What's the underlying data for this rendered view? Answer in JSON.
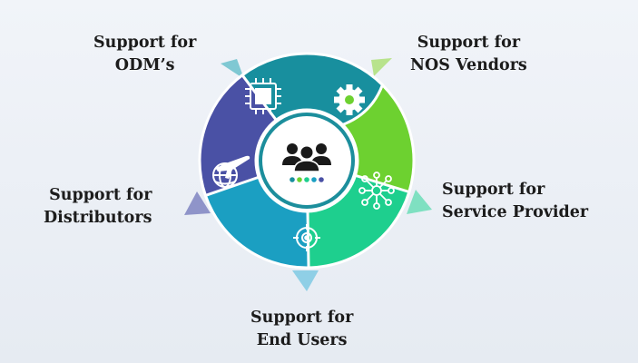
{
  "segments": [
    {
      "line1": "Support for",
      "line2": "ODM’s",
      "color": "#188f9e",
      "icon": "chip-icon"
    },
    {
      "line1": "Support for",
      "line2": "NOS Vendors",
      "color": "#6dd130",
      "icon": "gear-icon"
    },
    {
      "line1": "Support for",
      "line2": "Service Provider",
      "color": "#1ecf8e",
      "icon": "network-icon"
    },
    {
      "line1": "Support for",
      "line2": "End Users",
      "color": "#1b9fc2",
      "icon": "target-icon"
    },
    {
      "line1": "Support for",
      "line2": "Distributors",
      "color": "#4a51a5",
      "icon": "globe-plane-icon"
    }
  ],
  "center": {
    "icon": "team-icon"
  },
  "colors": {
    "center_ring": "#1c8e9c",
    "arrow_odm": "#7fc8d3",
    "arrow_nos": "#b8e38c",
    "arrow_sp": "#7fe0c1",
    "arrow_eu": "#8fcfe6",
    "arrow_dist": "#8f94c9"
  }
}
